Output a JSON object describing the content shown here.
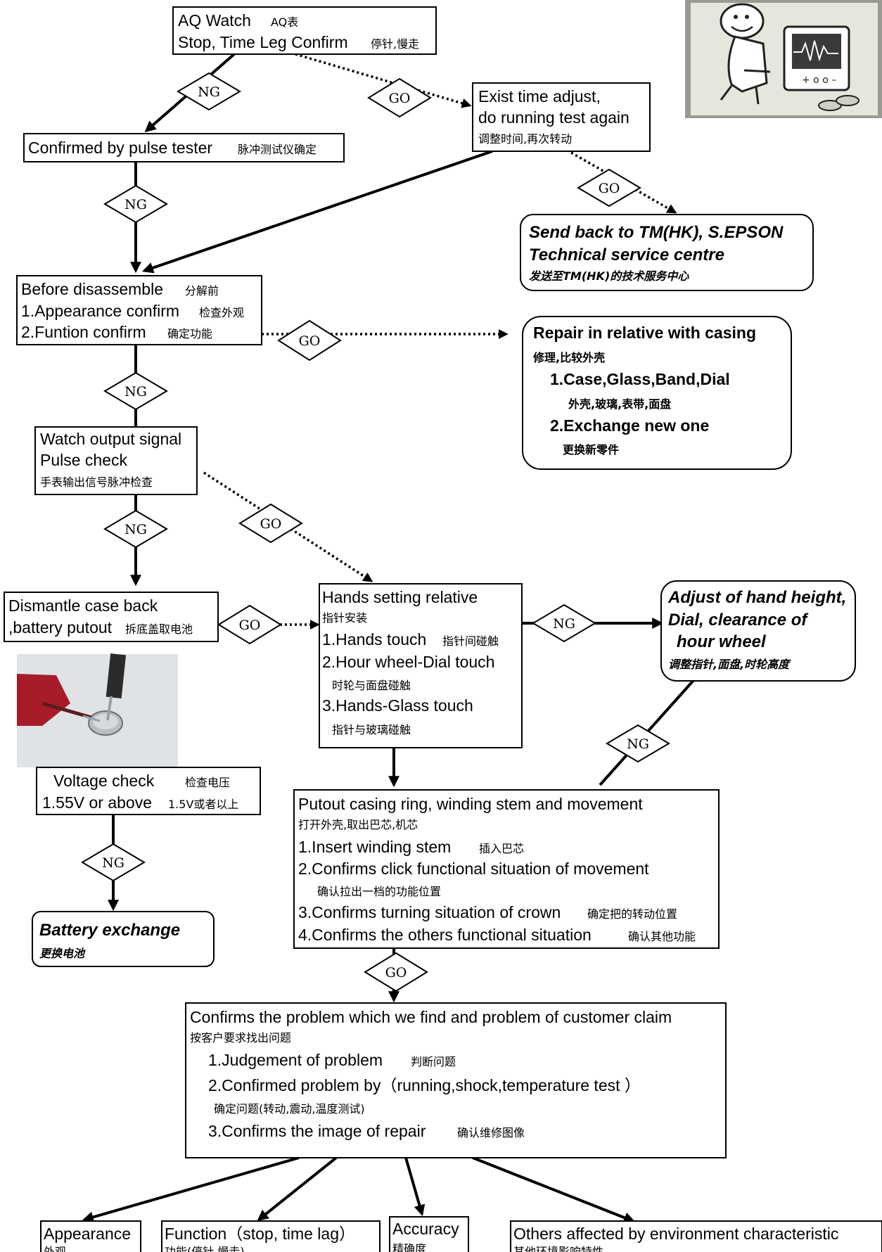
{
  "nodes": {
    "aq": {
      "line1_en": "AQ Watch",
      "line1_cn": "AQ表",
      "line2_en": "Stop, Time Leg Confirm",
      "line2_cn": "停针,慢走"
    },
    "exist": {
      "line1": "Exist time adjust,",
      "line2": "do running test again",
      "line3_cn": "调整时间,再次转动"
    },
    "pulse_tester": {
      "en": "Confirmed by pulse tester",
      "cn": "脉冲测试仪确定"
    },
    "send_back": {
      "line1": "Send back to TM(HK),  S.EPSON",
      "line2": "Technical service centre",
      "line3_cn": "发送至TM(HK)的技术服务中心"
    },
    "before": {
      "line1_en": "Before disassemble",
      "line1_cn": "分解前",
      "line2_en": "1.Appearance confirm",
      "line2_cn": "检查外观",
      "line3_en": "2.Funtion confirm",
      "line3_cn": "确定功能"
    },
    "repair_casing": {
      "line1": "Repair in relative with casing",
      "line2_cn": "修理,比较外壳",
      "line3": "1.Case,Glass,Band,Dial",
      "line4_cn": "外壳,玻璃,表带,面盘",
      "line5": "2.Exchange new one",
      "line6_cn": "更换新零件"
    },
    "output_signal": {
      "line1": "Watch output signal",
      "line2": "Pulse check",
      "line3_cn": "手表输出信号脉冲检查"
    },
    "dismantle": {
      "line1": "Dismantle case back",
      "line2_en": ",battery putout",
      "line2_cn": "拆底盖取电池"
    },
    "hands_setting": {
      "line1": "Hands setting relative",
      "line2_cn": "指针安装",
      "line3_en": "1.Hands touch",
      "line3_cn": "指针间碰触",
      "line4": "2.Hour wheel-Dial touch",
      "line5_cn": "时轮与面盘碰触",
      "line6": "3.Hands-Glass touch",
      "line7_cn": "指针与玻璃碰触"
    },
    "adjust_hand": {
      "line1": "Adjust of hand height,",
      "line2": "Dial, clearance of",
      "line3": "hour wheel",
      "line4_cn": "调整指针,面盘,时轮高度"
    },
    "voltage": {
      "line1_en": "Voltage check",
      "line1_cn": "检查电压",
      "line2_en": "1.55V or above",
      "line2_cn": "1.5V或者以上"
    },
    "putout_casing": {
      "line1": "Putout casing ring, winding stem and movement",
      "line2_cn": "打开外壳,取出巴芯,机芯",
      "line3_en": "1.Insert winding stem",
      "line3_cn": "插入巴芯",
      "line4": "2.Confirms click functional situation of movement",
      "line5_cn": "确认拉出一档的功能位置",
      "line6_en": "3.Confirms turning situation of crown",
      "line6_cn": "确定把的转动位置",
      "line7_en": "4.Confirms the others functional situation",
      "line7_cn": "确认其他功能"
    },
    "battery": {
      "line1": "Battery exchange",
      "line2_cn": "更换电池"
    },
    "confirms_problem": {
      "line1": "Confirms the problem which we find and problem of customer claim",
      "line2_cn": "按客户要求找出问题",
      "line3_en": "1.Judgement of problem",
      "line3_cn": "判断问题",
      "line4": "2.Confirmed problem by（running,shock,temperature test  ）",
      "line5_cn": "确定问题(转动,震动,温度测试)",
      "line6_en": "3.Confirms the image of repair",
      "line6_cn": "确认维修图像"
    },
    "appearance": {
      "en": "Appearance",
      "cn": "外观"
    },
    "function": {
      "en": "Function（stop, time lag）",
      "cn": "功能(停针,慢走)"
    },
    "accuracy": {
      "en": "Accuracy",
      "cn": "精确度"
    },
    "others": {
      "en": "Others affected by environment characteristic",
      "cn": "其他环境影响特性"
    }
  },
  "decisions": {
    "d1": "NG",
    "d2": "GO",
    "d3": "NG",
    "d4": "GO",
    "d5": "GO",
    "d6": "NG",
    "d7": "NG",
    "d8": "GO",
    "d9": "GO",
    "d10": "NG",
    "d11": "NG",
    "d12": "NG",
    "d13": "GO"
  },
  "images": {
    "cartoon": "cartoon-oscilloscope-illustration",
    "photo": "battery-voltage-probe-photo"
  }
}
